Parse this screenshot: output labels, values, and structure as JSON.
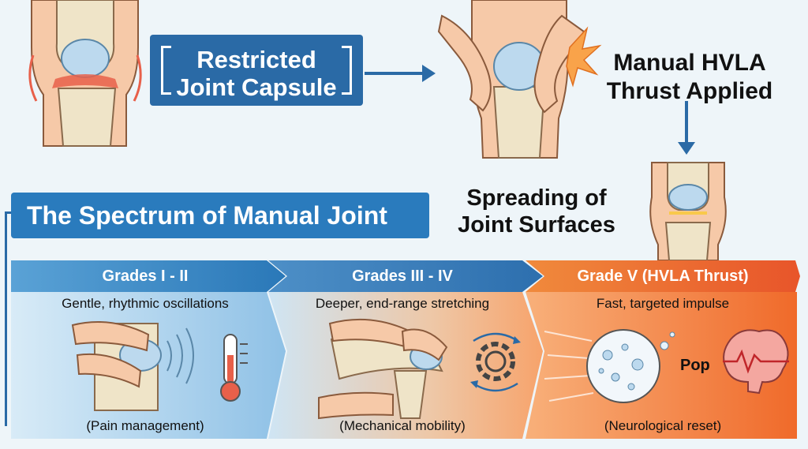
{
  "top": {
    "capsule_label_line1": "Restricted",
    "capsule_label_line2": "Joint Capsule",
    "thrust_line1": "Manual HVLA",
    "thrust_line2": "Thrust Applied",
    "spread_line1": "Spreading of",
    "spread_line2": "Joint Surfaces"
  },
  "spectrum": {
    "title": "The Spectrum of Manual Joint",
    "grades": [
      {
        "head": "Grades I - II",
        "desc": "Gentle, rhythmic oscillations",
        "foot": "(Pain management)"
      },
      {
        "head": "Grades III - IV",
        "desc": "Deeper, end-range stretching",
        "foot": "(Mechanical mobility)"
      },
      {
        "head": "Grade V (HVLA Thrust)",
        "desc": "Fast, targeted impulse",
        "foot": "(Neurological reset)"
      }
    ],
    "pop_label": "Pop"
  },
  "colors": {
    "navy": "#2a6aa6",
    "blue": "#2a7bbd",
    "orange": "#f06a2a",
    "bone": "#efe4c8",
    "cartilage": "#bcd9ee",
    "skin": "#f6c9a8",
    "inflamed": "#e8604a"
  }
}
